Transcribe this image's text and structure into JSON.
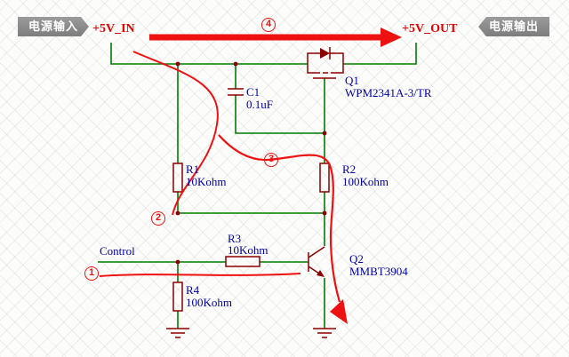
{
  "meta": {
    "description": "5V power switch schematic with signal-flow annotations"
  },
  "badges": {
    "input": "电源输入",
    "output": "电源输出"
  },
  "nets": {
    "vin": "+5V_IN",
    "vout": "+5V_OUT",
    "control": "Control"
  },
  "components": {
    "q1": {
      "ref": "Q1",
      "value": "WPM2341A-3/TR"
    },
    "q2": {
      "ref": "Q2",
      "value": "MMBT3904"
    },
    "c1": {
      "ref": "C1",
      "value": "0.1uF"
    },
    "r1": {
      "ref": "R1",
      "value": "10Kohm"
    },
    "r2": {
      "ref": "R2",
      "value": "100Kohm"
    },
    "r3": {
      "ref": "R3",
      "value": "10Kohm"
    },
    "r4": {
      "ref": "R4",
      "value": "100Kohm"
    }
  },
  "steps": {
    "s1": "1",
    "s2": "2",
    "s3": "3",
    "s4": "4"
  },
  "colors": {
    "wire": "#007c00",
    "component": "#8b0000",
    "label": "#0000a8",
    "net_label": "#e60000",
    "annotation": "#ee1111",
    "badge_bg": "#8c8c8c",
    "badge_text": "#ffffff"
  }
}
